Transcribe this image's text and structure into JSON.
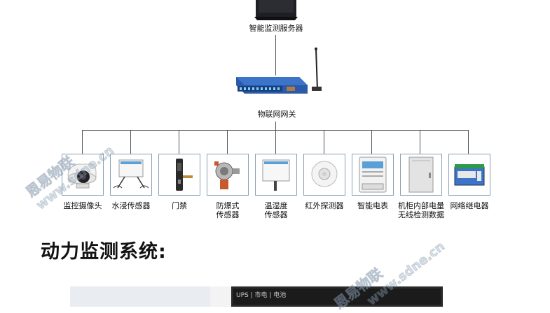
{
  "server": {
    "label": "智能监测服务器"
  },
  "gateway": {
    "label": "物联网网关"
  },
  "devices": [
    {
      "name": "camera",
      "label1": "监控摄像头",
      "label2": ""
    },
    {
      "name": "water",
      "label1": "水浸传感器",
      "label2": ""
    },
    {
      "name": "door",
      "label1": "门禁",
      "label2": ""
    },
    {
      "name": "explosion",
      "label1": "防爆式",
      "label2": "传感器"
    },
    {
      "name": "temp",
      "label1": "温湿度",
      "label2": "传感器"
    },
    {
      "name": "infrared",
      "label1": "红外探测器",
      "label2": ""
    },
    {
      "name": "meter",
      "label1": "智能电表",
      "label2": ""
    },
    {
      "name": "cabinet",
      "label1": "机柜内部电量",
      "label2": "无线检测数据"
    },
    {
      "name": "relay",
      "label1": "网络继电器",
      "label2": ""
    }
  ],
  "section_title": "动力监测系统:",
  "watermark": {
    "text1": "恩易物联",
    "text2": "www.sdne.cn"
  },
  "screen": {
    "header": "UPS | 市电 | 电池"
  }
}
